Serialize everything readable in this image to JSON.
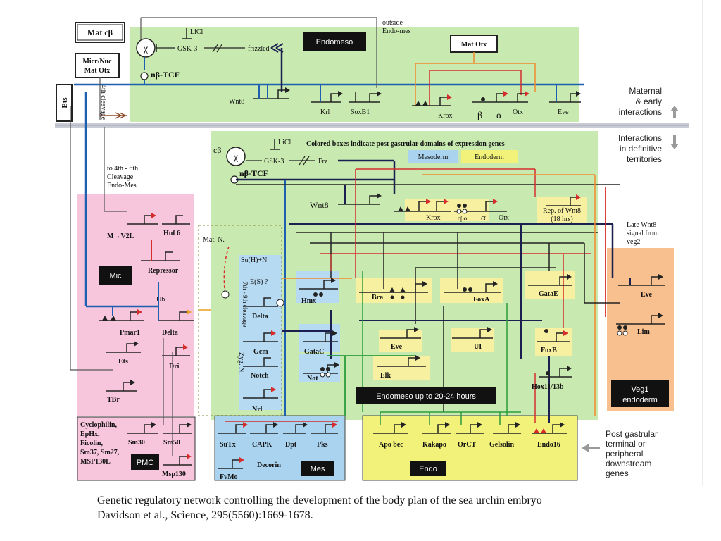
{
  "labels": {
    "mat_cb": "Mat cβ",
    "micr_nuc": "Micr/Nuc",
    "mat_otx_left": "Mat Otx",
    "ets_box": "Ets",
    "licl_top": "LiCl",
    "chi_top": "χ",
    "gsk3_top": "GSK-3",
    "frizzled_top": "frizzled",
    "nbtcf_top": "nβ-TCF",
    "endomeso_block": "Endomeso",
    "outside_1": "outside",
    "outside_2": "Endo-mes",
    "mat_otx_top": "Mat Otx",
    "wnt8_top": "Wnt8",
    "krl_top": "Krl",
    "soxb1_top": "SoxB1",
    "krox_top": "Krox",
    "beta_top": "β",
    "alpha_top": "α",
    "otx_top": "Otx",
    "eve_top": "Eve",
    "cleavage_4th": "4th cleavage",
    "maternal_1": "Maternal",
    "maternal_2": "& early",
    "maternal_3": "interactions",
    "interact_1": "Interactions",
    "interact_2": "in definitive",
    "interact_3": "territories",
    "colored_note": "Colored boxes indicate post gastrular domains of expression genes",
    "legend_mesoderm": "Mesoderm",
    "legend_endoderm": "Endoderm",
    "cb_mid": "cβ",
    "chi_mid": "χ",
    "licl_mid": "LiCl",
    "gsk3_mid": "GSK-3",
    "frz_mid": "Frz",
    "nbtcf_mid": "nβ-TCF",
    "wnt8_mid": "Wnt8",
    "krox_mid": "Krox",
    "cbo_mid": "cβo",
    "alpha_mid": "α",
    "otx_mid": "Otx",
    "rep_wnt8_1": "Rep. of Wnt8",
    "rep_wnt8_2": "(18 hrs)",
    "to4_1": "to 4th - 6th",
    "to4_2": "Cleavage",
    "to4_3": "Endo-Mes",
    "late_wnt8_1": "Late Wnt8",
    "late_wnt8_2": "signal from",
    "late_wnt8_3": "veg2",
    "m_v2l": "M→V2L",
    "hnf6": "Hnf 6",
    "mic_block": "Mic",
    "repressor": "Repressor",
    "ub": "Ub",
    "pmar1": "Pmar1",
    "delta_pink": "Delta",
    "ets_pink": "Ets",
    "dri": "Dri",
    "tbr": "TBr",
    "mat_n": "Mat. N.",
    "su_h": "Su(H)+N",
    "es": "E(S) ?",
    "delta_blue": "Delta",
    "gcm": "Gcm",
    "gatac": "GataC",
    "notch": "Notch",
    "not": "Not",
    "nrl": "Nrl",
    "zyg_n": "Zyg. N.",
    "cleavage_7_9": "7th - 9th cleavage",
    "hmx": "Hmx",
    "bra": "Bra",
    "foxa": "FoxA",
    "gatae": "GataE",
    "eve_mid": "Eve",
    "ui": "UI",
    "elk": "Elk",
    "foxb": "FoxB",
    "hox": "Hox11/13b",
    "endomeso_hours": "Endomeso up to 20-24 hours",
    "eve_veg": "Eve",
    "lim": "Lim",
    "veg1_1": "Veg1",
    "veg1_2": "endoderm",
    "pmc_1": "Cyclophilin,",
    "pmc_2": "EpHx,",
    "pmc_3": "Ficolin,",
    "pmc_4": "Sm37, Sm27,",
    "pmc_5": "MSP130L",
    "sm30": "Sm30",
    "sm50": "Sm50",
    "msp130": "Msp130",
    "pmc_block": "PMC",
    "sutx": "SuTx",
    "capk": "CAPK",
    "dpt": "Dpt",
    "pks": "Pks",
    "fvmo": "FvMo",
    "decorin": "Decorin",
    "mes_block": "Mes",
    "apo_bec": "Apo bec",
    "kakapo": "Kakapo",
    "orct": "OrCT",
    "gelsolin": "Gelsolin",
    "endo16": "Endo16",
    "endo_block": "Endo",
    "post_1": "Post gastrular",
    "post_2": "terminal or",
    "post_3": "peripheral",
    "post_4": "downstream",
    "post_5": "genes"
  },
  "caption": {
    "line1": "Genetic regulatory network controlling the development of the body plan of the sea urchin embryo",
    "line2": "Davidson et al., Science, 295(5560):1669-1678."
  },
  "colors": {
    "green_region": "#c8eab0",
    "pink_region": "#f7c6dd",
    "orange_region": "#f7c08e",
    "blue_region": "#a9d3ee",
    "yellow_region": "#f2f27a",
    "pale_yellow_box": "#f7f0a0",
    "pale_blue_box": "#b5daf2",
    "blue_line": "#1f5fb0",
    "red_line": "#d62c2c",
    "navy_line": "#1b2050",
    "dark_line": "#222222",
    "green_line": "#2a9d3a",
    "orange_line": "#f08a2a",
    "black_block": "#111111"
  }
}
